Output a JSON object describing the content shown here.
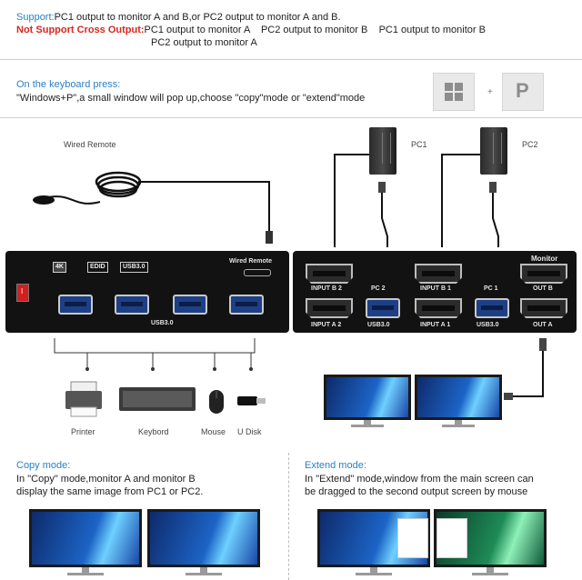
{
  "support": {
    "lead": "Support:",
    "text": "PC1 output to monitor A and B,or PC2 output to monitor A and B."
  },
  "not_support": {
    "lead": "Not Support Cross Output:",
    "line1": "PC1 output to monitor A    PC2 output to monitor B    PC1 output to monitor B",
    "line2": "PC2 output to monitor A"
  },
  "keyboard": {
    "title": "On the keyboard press:",
    "text": "\"Windows+P\",a small window will pop up,choose \"copy\"mode or \"extend\"mode",
    "plus": "+",
    "p_key": "P"
  },
  "labels": {
    "wired_remote": "Wired Remote",
    "pc1": "PC1",
    "pc2": "PC2",
    "remote_port": "Wired Remote",
    "monitor": "Monitor"
  },
  "front_panel": {
    "badge_4k": "4K",
    "badge_edid": "EDID",
    "badge_usb": "USB3.0",
    "usb_caption": "USB3.0",
    "power": "I"
  },
  "back_panel": {
    "input_b2": "INPUT B 2",
    "input_a2": "INPUT A 2",
    "pc2_label": "PC 2",
    "usb_pc2": "USB3.0",
    "input_b1": "INPUT B 1",
    "input_a1": "INPUT A 1",
    "pc1_label": "PC 1",
    "usb_pc1": "USB3.0",
    "out_b": "OUT B",
    "out_a": "OUT A"
  },
  "devices": [
    "Printer",
    "Keybord",
    "Mouse",
    "U Disk"
  ],
  "copy_mode": {
    "title": "Copy mode:",
    "line1": "In \"Copy\" mode,monitor A and monitor B",
    "line2": "display the same image from PC1 or PC2."
  },
  "extend_mode": {
    "title": "Extend mode:",
    "line1": "In \"Extend\" mode,window from the main screen can",
    "line2": "be dragged to the second output screen by mouse"
  },
  "colors": {
    "accent_blue": "#2a7fc4",
    "alert_red": "#d8271f",
    "device_body": "#121212",
    "usb_blue": "#1d3f86"
  }
}
